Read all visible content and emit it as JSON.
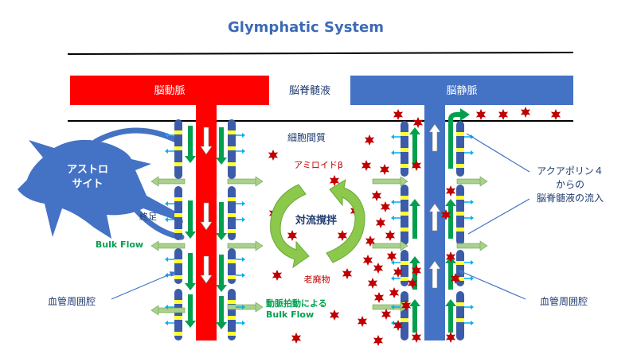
{
  "title": "Glymphatic System",
  "labels": {
    "artery": "脳動脈",
    "csf": "脳脊髄液",
    "vein": "脳静脈",
    "interstitium": "細胞間質",
    "amyloid": "アミロイドβ",
    "convection": "対流撹拌",
    "waste": "老廃物",
    "astrocyte_line1": "アストロ",
    "astrocyte_line2": "サイト",
    "endfoot": "終足",
    "bulk_flow": "Bulk Flow",
    "pulsation_line1": "動脈拍動による",
    "pulsation_line2": "Bulk Flow",
    "perivascular_left": "血管周囲腔",
    "perivascular_right": "血管周囲腔",
    "aquaporin_line1": "アクアポリン４",
    "aquaporin_line2": "からの",
    "aquaporin_line3": "脳脊髄液の流入"
  },
  "colors": {
    "title": "#3c6ab5",
    "artery": "#ff0000",
    "vein": "#4472c4",
    "astrocyte": "#4472c4",
    "wall": "#3c5ba8",
    "aquaporin": "#ffff33",
    "flow_green": "#00a04f",
    "light_green": "#92d050",
    "pale_green": "#a9d18e",
    "star": "#c00000",
    "cyan": "#00b0f0",
    "dark_text": "#1f3b70",
    "amyloid_text": "#c00000",
    "green_text": "#00a04f"
  }
}
